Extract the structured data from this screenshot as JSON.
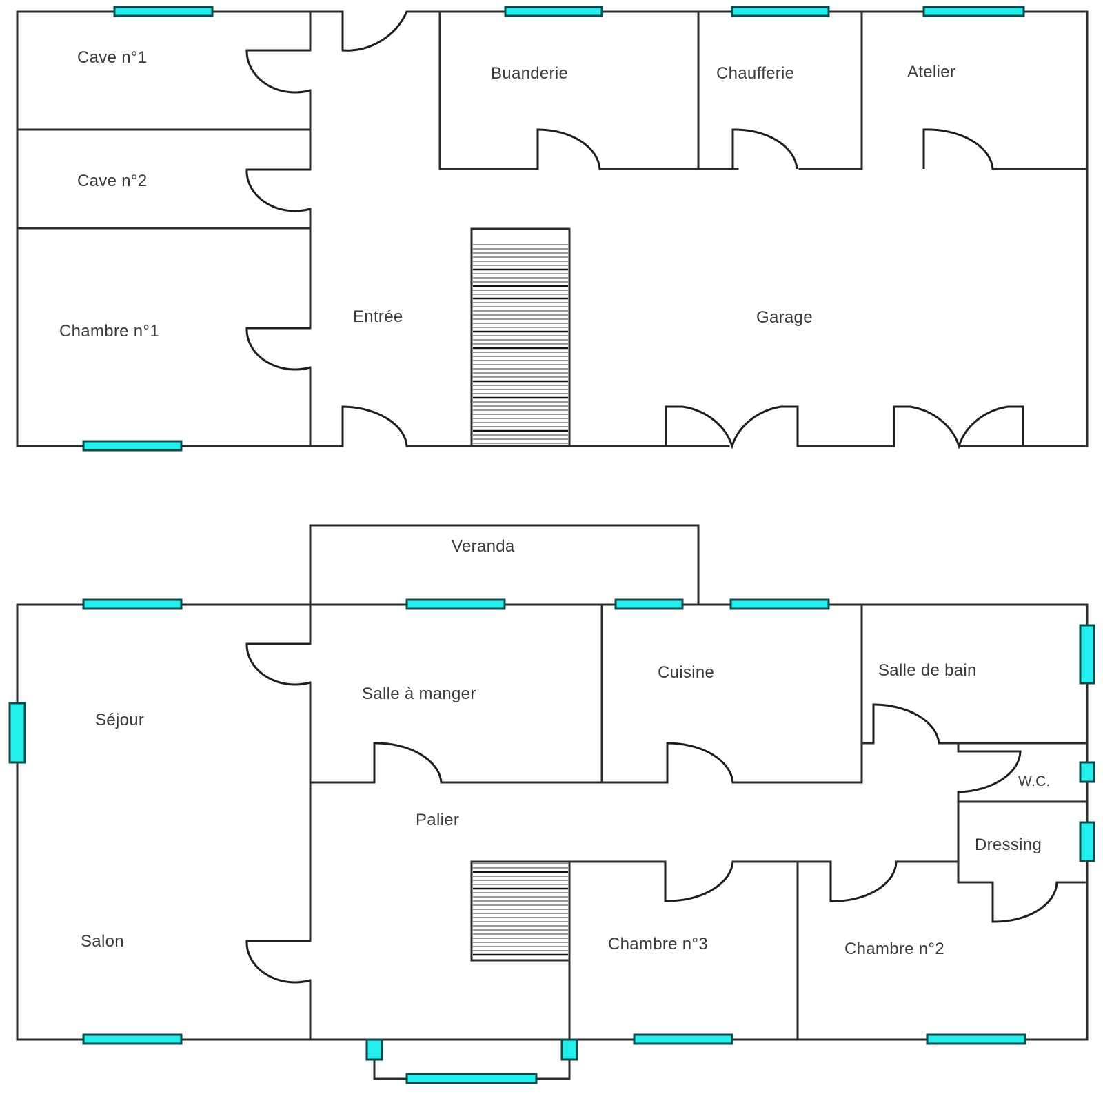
{
  "title": "Plan de maison",
  "colors": {
    "wall": "#2b2b2b",
    "window_fill": "#22eeee",
    "window_stroke": "#0f4a4a",
    "background": "#ffffff",
    "label": "#3a3a3a"
  },
  "floors": [
    {
      "name": "ground-floor",
      "rooms": {
        "cave1": "Cave n°1",
        "cave2": "Cave n°2",
        "chambre1": "Chambre n°1",
        "entree": "Entrée",
        "buanderie": "Buanderie",
        "chaufferie": "Chaufferie",
        "atelier": "Atelier",
        "garage": "Garage"
      }
    },
    {
      "name": "upper-floor",
      "rooms": {
        "veranda": "Veranda",
        "sejour": "Séjour",
        "salon": "Salon",
        "salle_a_manger": "Salle à manger",
        "cuisine": "Cuisine",
        "salle_de_bain": "Salle de bain",
        "wc": "W.C.",
        "dressing": "Dressing",
        "palier": "Palier",
        "chambre3": "Chambre n°3",
        "chambre2": "Chambre n°2"
      }
    }
  ]
}
